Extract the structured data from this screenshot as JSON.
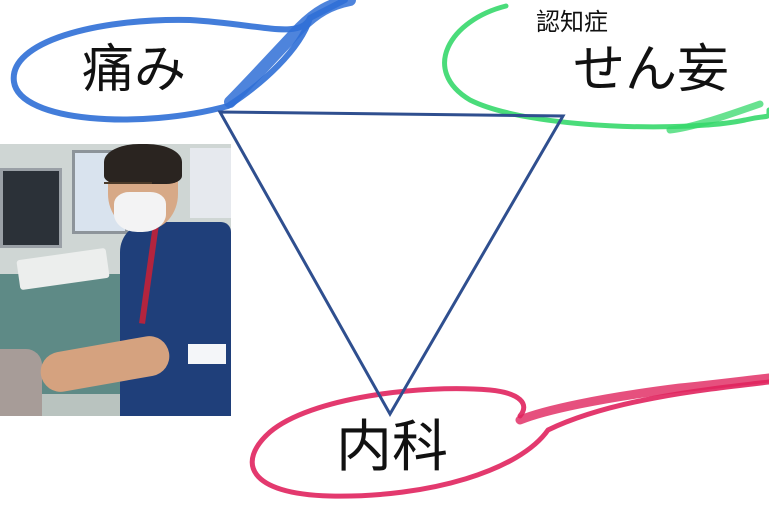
{
  "labels": {
    "pain": "痛み",
    "delirium": "せん妄",
    "dementia": "認知症",
    "internal_medicine": "内科"
  },
  "colors": {
    "triangle": "#2f4f8f",
    "pain_circle": "#2f6fd6",
    "delirium_circle": "#36d86b",
    "internal_circle": "#e0245e",
    "text": "#111111"
  },
  "photo": {
    "icon": "doctor-photo"
  }
}
